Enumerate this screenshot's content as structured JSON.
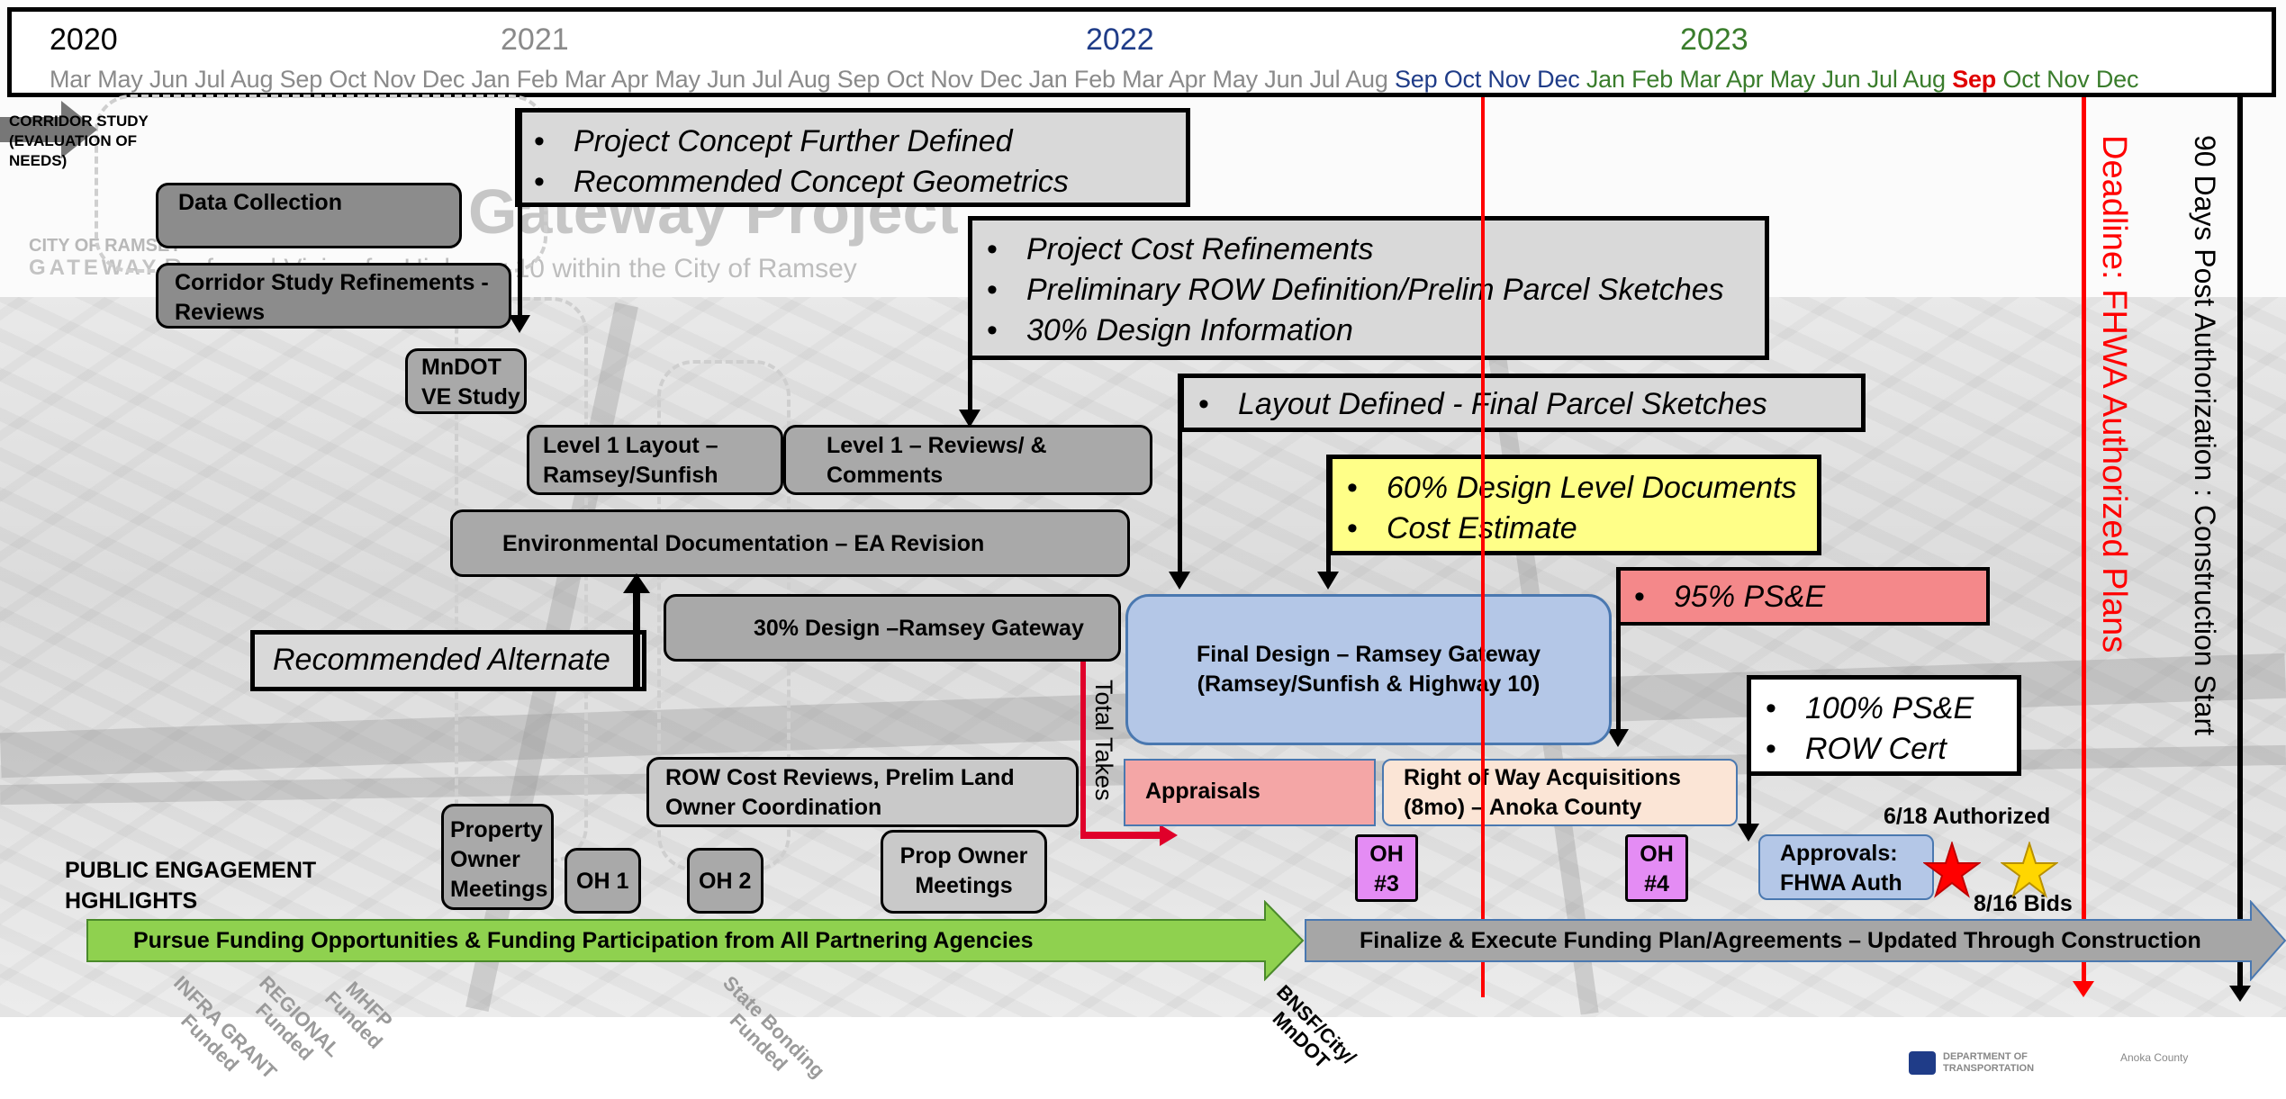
{
  "timeline": {
    "years": [
      {
        "label": "2020",
        "color": "#8a8a8a"
      },
      {
        "label": "2021",
        "color": "#8a8a8a"
      },
      {
        "label": "2022",
        "color": "#1f3c88"
      },
      {
        "label": "2023",
        "color": "#3a7d2c"
      }
    ],
    "months_gray": "Mar May Jun Jul Aug Sep Oct Nov Dec Jan Feb Mar Apr May Jun Jul Aug Sep Oct Nov Dec Jan Feb Mar Apr May Jun Jul Aug",
    "months_blue": "Sep Oct Nov Dec",
    "months_green_1": "Jan Feb Mar Apr May Jun Jul Aug",
    "month_red": "Sep",
    "months_green_2": "Oct Nov Dec"
  },
  "corridor_study_label": "CORRIDOR STUDY (EVALUATION OF NEEDS)",
  "background_logo": {
    "city": "CITY OF RAMSEY",
    "gateway": "GATEWAY",
    "project": "Gateway Project",
    "subtitle": "Preferred Vision for Highway 10 within the City of Ramsey"
  },
  "tasks": {
    "data_collection": "Data Collection",
    "corridor_refinements": "Corridor Study Refinements - Reviews",
    "mndot_ve": "MnDOT VE Study",
    "level1_layout": "Level 1 Layout – Ramsey/Sunfish",
    "level1_reviews": "Level 1 – Reviews/ & Comments",
    "env_doc": "Environmental Documentation – EA Revision",
    "design30": "30% Design –Ramsey Gateway",
    "recommended_alternate": "Recommended Alternate",
    "final_design_1": "Final Design – Ramsey Gateway",
    "final_design_2": "(Ramsey/Sunfish & Highway 10)",
    "row_cost": "ROW Cost Reviews, Prelim Land Owner Coordination",
    "appraisals": "Appraisals",
    "row_acq": "Right of Way Acquisitions (8mo) – Anoka County",
    "property_owner": "Property Owner Meetings",
    "oh1": "OH 1",
    "oh2": "OH 2",
    "prop_owner": "Prop Owner Meetings",
    "oh3": "OH #3",
    "oh4": "OH #4",
    "approvals": "Approvals: FHWA Auth",
    "total_takes": "Total Takes",
    "authorized": "6/18 Authorized",
    "bids": "8/16 Bids",
    "public_engagement": "PUBLIC ENGAGEMENT HGHLIGHTS"
  },
  "callouts": {
    "c1": [
      "Project Concept Further Defined",
      "Recommended Concept Geometrics"
    ],
    "c2": [
      "Project Cost Refinements",
      "Preliminary ROW Definition/Prelim Parcel Sketches",
      "30% Design Information"
    ],
    "c3": [
      "Layout Defined - Final Parcel Sketches"
    ],
    "c4": [
      "60% Design Level Documents",
      "Cost Estimate"
    ],
    "c5": [
      "95% PS&E"
    ],
    "c6": [
      "100% PS&E",
      "ROW Cert"
    ]
  },
  "deadline": "Deadline: FHWA Authorized Plans",
  "construction": "90 Days Post Authorization : Construction Start",
  "funding": {
    "pursue": "Pursue Funding Opportunities & Funding Participation from All Partnering Agencies",
    "finalize": "Finalize & Execute Funding Plan/Agreements – Updated Through Construction",
    "labels": [
      {
        "l1": "INFRA GRANT",
        "l2": "Funded"
      },
      {
        "l1": "REGIONAL",
        "l2": "Funded"
      },
      {
        "l1": "MHFP",
        "l2": "Funded"
      },
      {
        "l1": "State Bonding",
        "l2": "Funded"
      },
      {
        "l1": "BNSF/City/",
        "l2": "MnDOT"
      }
    ]
  },
  "footer_logos": {
    "mndot": "DEPARTMENT OF TRANSPORTATION",
    "anoka": "Anoka County"
  },
  "colors": {
    "green_arrow": "#8fd14f",
    "final_design": "#b4c7e7",
    "yellow_callout": "#ffff88",
    "pink_callout": "#f4888a",
    "appraisals": "#f4a6a6",
    "row_acq": "#fbe5d6",
    "oh_purple": "#e48cf4",
    "approvals_blue": "#b4c7e7",
    "deadline_red": "#ff0000"
  }
}
